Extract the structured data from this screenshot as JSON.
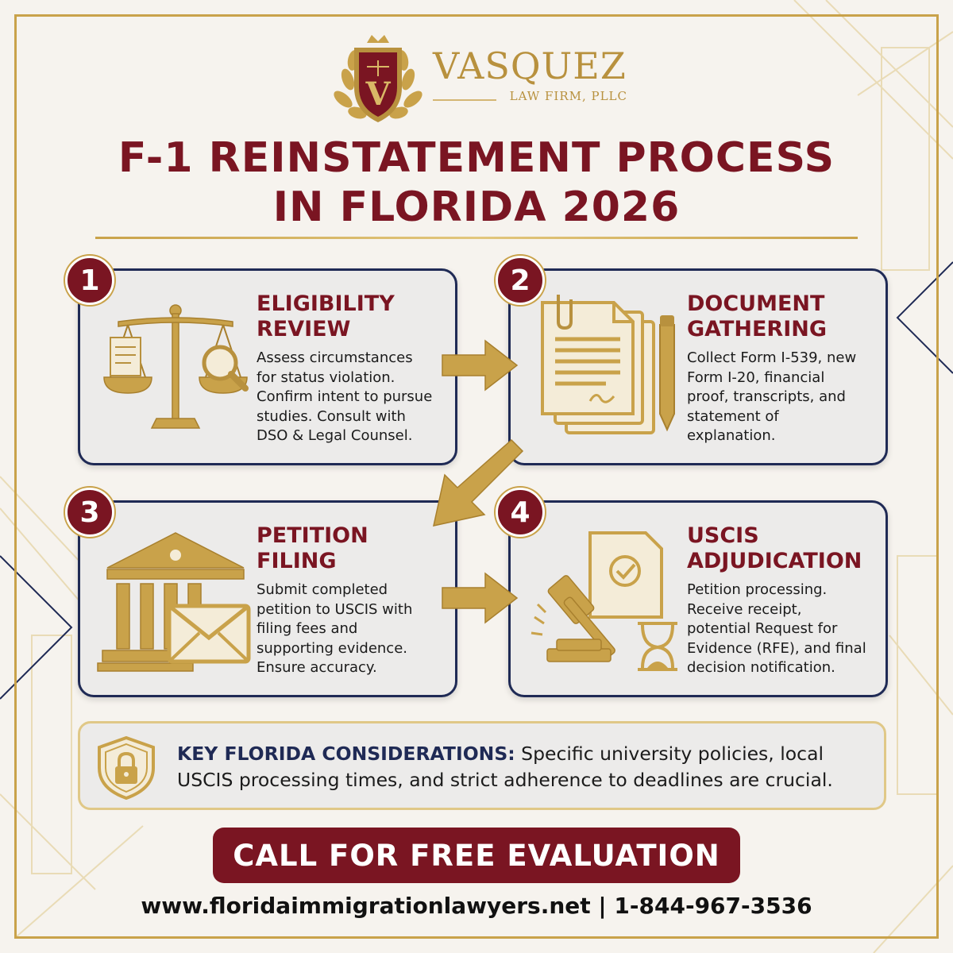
{
  "brand": {
    "name": "VASQUEZ",
    "subtitle": "LAW FIRM, PLLC",
    "shield_letter": "V"
  },
  "title_lines": [
    "F-1 REINSTATEMENT PROCESS",
    "IN FLORIDA 2026"
  ],
  "steps": [
    {
      "number": "1",
      "title_lines": [
        "ELIGIBILITY",
        "REVIEW"
      ],
      "description_lines": [
        "Assess circumstances",
        "for status violation.",
        "Confirm intent to pursue",
        "studies. Consult with",
        "DSO & Legal Counsel."
      ],
      "icon": "scales-of-justice-icon"
    },
    {
      "number": "2",
      "title_lines": [
        "DOCUMENT",
        "GATHERING"
      ],
      "description_lines": [
        "Collect Form I-539, new",
        "Form I-20, financial",
        "proof, transcripts, and",
        "statement of",
        "explanation."
      ],
      "icon": "documents-pen-icon"
    },
    {
      "number": "3",
      "title_lines": [
        "PETITION",
        "FILING"
      ],
      "description_lines": [
        "Submit completed",
        "petition to USCIS with",
        "filing fees and",
        "supporting evidence.",
        "Ensure accuracy."
      ],
      "icon": "courthouse-envelope-icon"
    },
    {
      "number": "4",
      "title_lines": [
        "USCIS",
        "ADJUDICATION"
      ],
      "description_lines": [
        "Petition processing.",
        "Receive receipt,",
        "potential Request for",
        "Evidence (RFE), and final",
        "decision notification."
      ],
      "icon": "gavel-hourglass-icon"
    }
  ],
  "considerations": {
    "label": "KEY FLORIDA CONSIDERATIONS:",
    "line1": "Specific university policies, local",
    "line2": "USCIS processing times, and strict adherence to deadlines are crucial."
  },
  "cta_label": "CALL FOR FREE EVALUATION",
  "contact": "www.floridaimmigrationlawyers.net | 1-844-967-3536",
  "colors": {
    "maroon": "#7a1522",
    "navy": "#1f2a55",
    "gold": "#c9a24a",
    "background": "#f6f3ee"
  }
}
